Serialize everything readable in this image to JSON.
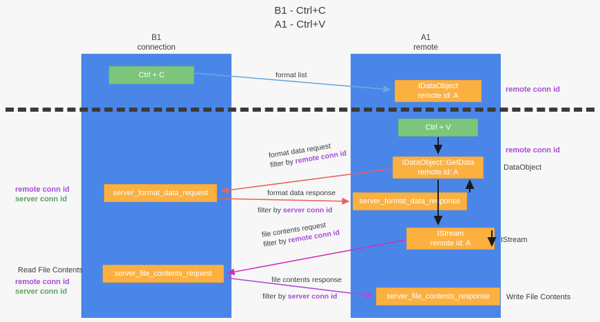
{
  "title": "B1 - Ctrl+C\nA1 - Ctrl+V",
  "lanes": [
    {
      "name": "B1",
      "header": "B1\nconnection"
    },
    {
      "name": "A1",
      "header": "A1\nremote"
    }
  ],
  "nodes": {
    "ctrl_c": {
      "label": "Ctrl + C",
      "sub": "",
      "color": "#7bc67b"
    },
    "idataobject": {
      "label": "IDataObject",
      "sub": "remote id: A",
      "color": "#fbb040"
    },
    "ctrl_v": {
      "label": "Ctrl + V",
      "sub": "",
      "color": "#7bc67b"
    },
    "getdata": {
      "label": "IDataObject::GetData",
      "sub": "remote id: A",
      "color": "#fbb040"
    },
    "sfd_request": {
      "label": "server_format_data_request",
      "sub": "",
      "color": "#fbb040"
    },
    "sfd_response": {
      "label": "server_format_data_response",
      "sub": "",
      "color": "#fbb040"
    },
    "istream": {
      "label": "IStream",
      "sub": "remote id: A",
      "color": "#fbb040"
    },
    "sfc_request": {
      "label": "server_file_contents_request",
      "sub": "",
      "color": "#fbb040"
    },
    "sfc_response": {
      "label": "server_file_contents_response",
      "sub": "",
      "color": "#fbb040"
    }
  },
  "edges": {
    "format_list": {
      "line1": "format list",
      "line2": "",
      "filter": ""
    },
    "format_data_request": {
      "line1": "format data request",
      "line2": "filter by ",
      "filter": "remote conn id"
    },
    "format_data_response": {
      "line1": "format data response",
      "line2": "filter by ",
      "filter": "server conn id"
    },
    "file_contents_request": {
      "line1": "file contents request",
      "line2": "filter by ",
      "filter": "remote conn id"
    },
    "file_contents_response": {
      "line1": "file contents response",
      "line2": "filter by ",
      "filter": "server conn id"
    }
  },
  "annotations": {
    "remote_conn_id_top": "remote conn id",
    "remote_conn_id_mid": "remote conn id",
    "data_object": "DataObject",
    "istream": "IStream",
    "write_file_contents": "Write File Contents",
    "read_file_contents": "Read File Contents",
    "remote_conn_id_left_a": "remote conn id",
    "server_conn_id_left_a": "server conn id",
    "remote_conn_id_left_b": "remote conn id",
    "server_conn_id_left_b": "server conn id"
  },
  "colors": {
    "lane": "#4a86e8",
    "green_node": "#7bc67b",
    "orange_node": "#fbb040",
    "purple_text": "#a64dd6",
    "green_text": "#5aa45a",
    "arrow_blue": "#6aa9e0",
    "arrow_red": "#e8635a",
    "arrow_magenta": "#cc33b8",
    "arrow_purple": "#b04bd6",
    "arrow_dark": "#1a1a1a",
    "divider": "#3a3a3a",
    "background": "#f7f7f7"
  }
}
